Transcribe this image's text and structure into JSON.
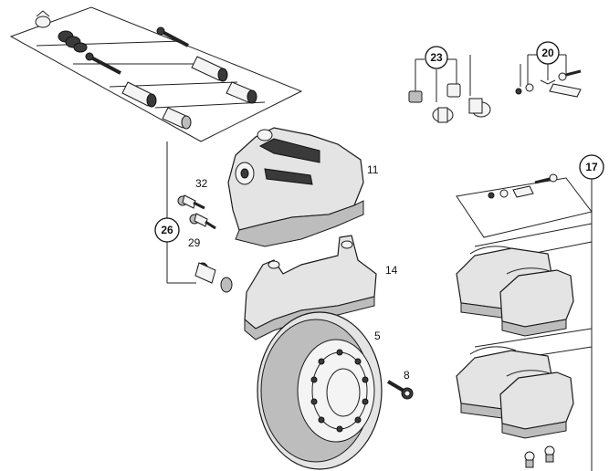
{
  "diagram": {
    "callouts": {
      "c23": "23",
      "c20": "20",
      "c17": "17",
      "c26": "26"
    },
    "labels": {
      "l11": "11",
      "l32": "32",
      "l29": "29",
      "l14": "14",
      "l5": "5",
      "l8": "8"
    }
  }
}
